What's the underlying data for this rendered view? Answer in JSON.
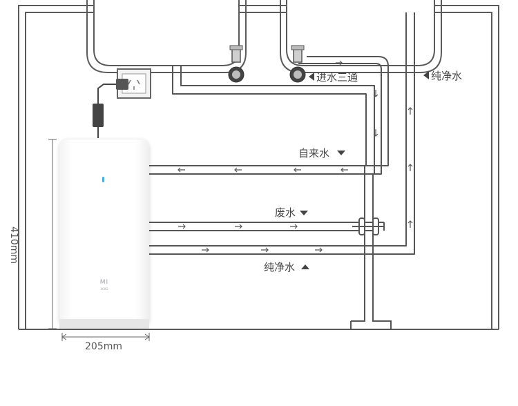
{
  "labels": {
    "inlet_tee": "进水三通",
    "pure_water_top": "纯净水",
    "tap_water": "自来水",
    "waste_water": "废水",
    "pure_water_bottom": "纯净水"
  },
  "dimensions": {
    "height": "410mm",
    "width": "205mm"
  },
  "device": {
    "brand": "MI",
    "model": "400G"
  },
  "icons": {
    "left_pointer": "triangle-left-icon",
    "down_pointer": "triangle-down-icon",
    "up_pointer": "triangle-up-icon",
    "flow_arrow": "arrow-icon",
    "power_socket": "power-socket-icon",
    "valve": "valve-icon",
    "status_led": "led-indicator-icon"
  },
  "colors": {
    "pipe": "#555555",
    "cabinet": "#5a5a5a",
    "label_text": "#444444",
    "device_body": "#ffffff",
    "device_base": "#ececec",
    "led": "#35b8f0"
  }
}
